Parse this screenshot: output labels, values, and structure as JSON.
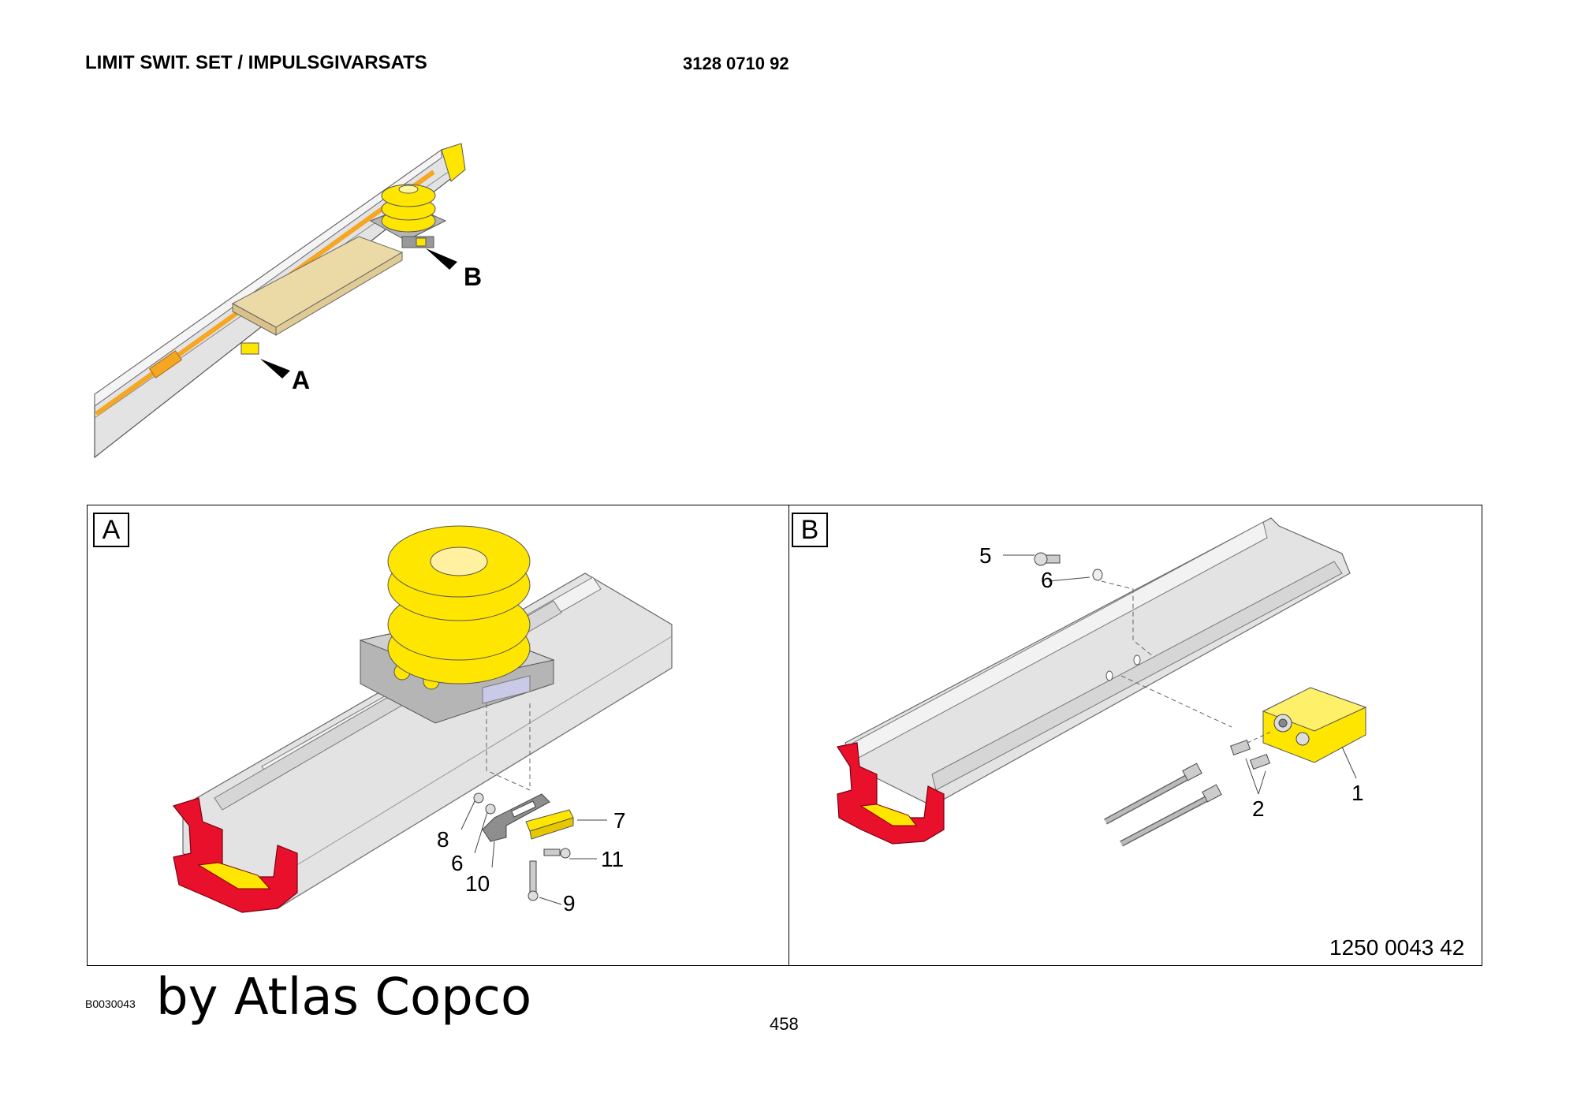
{
  "header": {
    "title": "LIMIT SWIT. SET / IMPULSGIVARSATS",
    "part_number": "3128 0710 92"
  },
  "overview": {
    "callout_a": "A",
    "callout_b": "B"
  },
  "detail_a": {
    "box_label": "A",
    "callouts": [
      "7",
      "8",
      "6",
      "11",
      "10",
      "9"
    ]
  },
  "detail_b": {
    "box_label": "B",
    "callouts": [
      "5",
      "6",
      "1",
      "2"
    ]
  },
  "drawing_number": "1250 0043 42",
  "footer": {
    "ref_code": "B0030043",
    "byline": "by Atlas Copco",
    "page_number": "458"
  },
  "colors": {
    "yellow": "#ffe600",
    "red": "#e8102a",
    "rail_grey": "#e3e3e3",
    "orange_cable": "#f5a623",
    "tan_carriage": "#ecdaa6"
  }
}
